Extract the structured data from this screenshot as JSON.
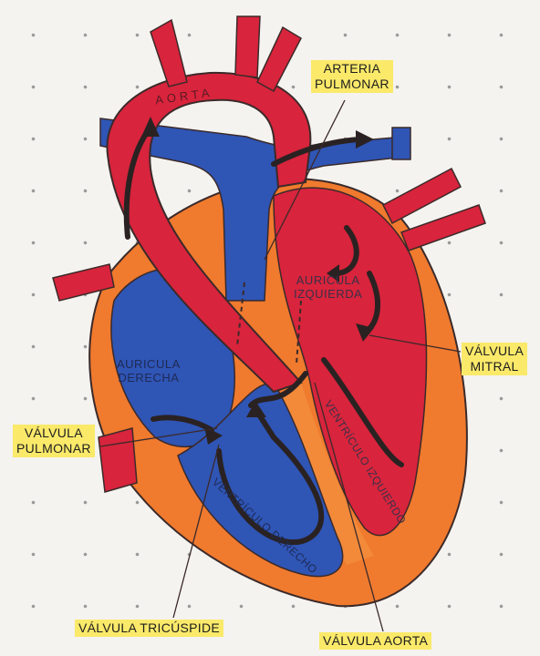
{
  "labels": {
    "arteria_pulmonar": [
      "ARTERIA",
      "PULMONAR"
    ],
    "valvula_mitral": [
      "VÁLVULA",
      "MITRAL"
    ],
    "valvula_pulmonar": [
      "VÁLVULA",
      "PULMONAR"
    ],
    "valvula_tricuspide": "VÁLVULA TRICÚSPIDE",
    "valvula_aorta": "VÁLVULA AORTA"
  },
  "chambers": {
    "aorta": "AORTA",
    "auricula_izquierda": [
      "AURICULA",
      "IZQUIERDA"
    ],
    "auricula_derecha": [
      "AURICULA",
      "DERECHA"
    ],
    "ventriculo_izquierdo": "VENTRÍCULO IZQUIERDO",
    "ventriculo_derecho": "VENTRÍCULO DERECHO"
  },
  "colors": {
    "oxygenated": "#d8243c",
    "deoxygenated": "#2f55b5",
    "muscle": "#f07a2e",
    "outline": "#3b2a2a",
    "highlight": "#fbe96a"
  }
}
